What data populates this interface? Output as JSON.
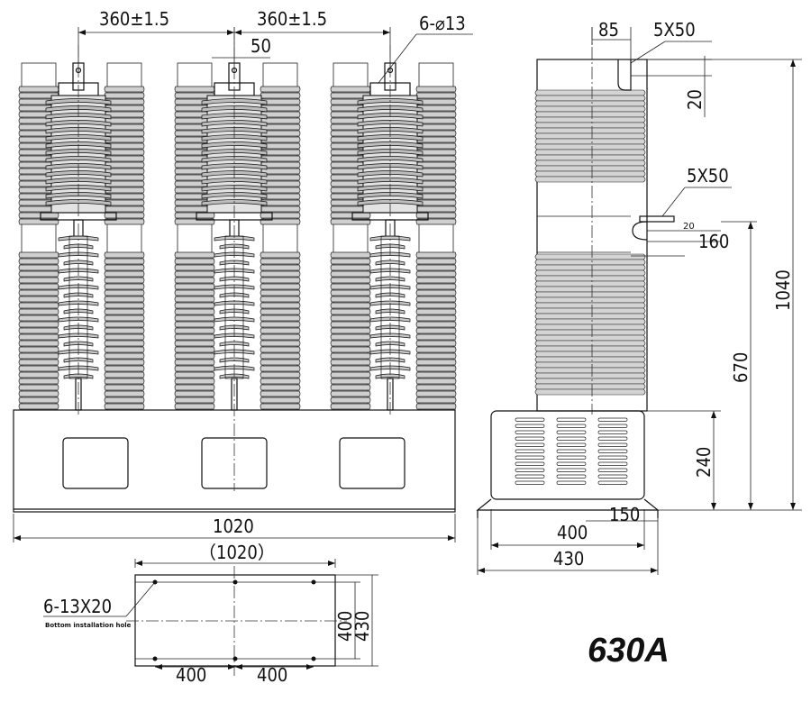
{
  "front_view": {
    "pitch_left": "360±1.5",
    "pitch_right": "360±1.5",
    "offset": "50",
    "holes": "6-⌀13",
    "width": "1020"
  },
  "side_view": {
    "top_offset": "85",
    "top_terminal": "5X50",
    "top_terminal_thickness": "20",
    "mid_terminal": "5X50",
    "mid_terminal_thickness": "20",
    "mid_terminal_length": "160",
    "total_height": "1040",
    "mid_height": "670",
    "base_height": "240",
    "foot_width": "150",
    "base_depth": "400",
    "overall_depth": "430"
  },
  "bottom_view": {
    "width": "（1020）",
    "holes": "6-13X20",
    "holes_note": "Bottom installation hole",
    "depth_inner": "400",
    "depth_outer": "430",
    "pitch_left": "400",
    "pitch_right": "400"
  },
  "rating": "630A"
}
